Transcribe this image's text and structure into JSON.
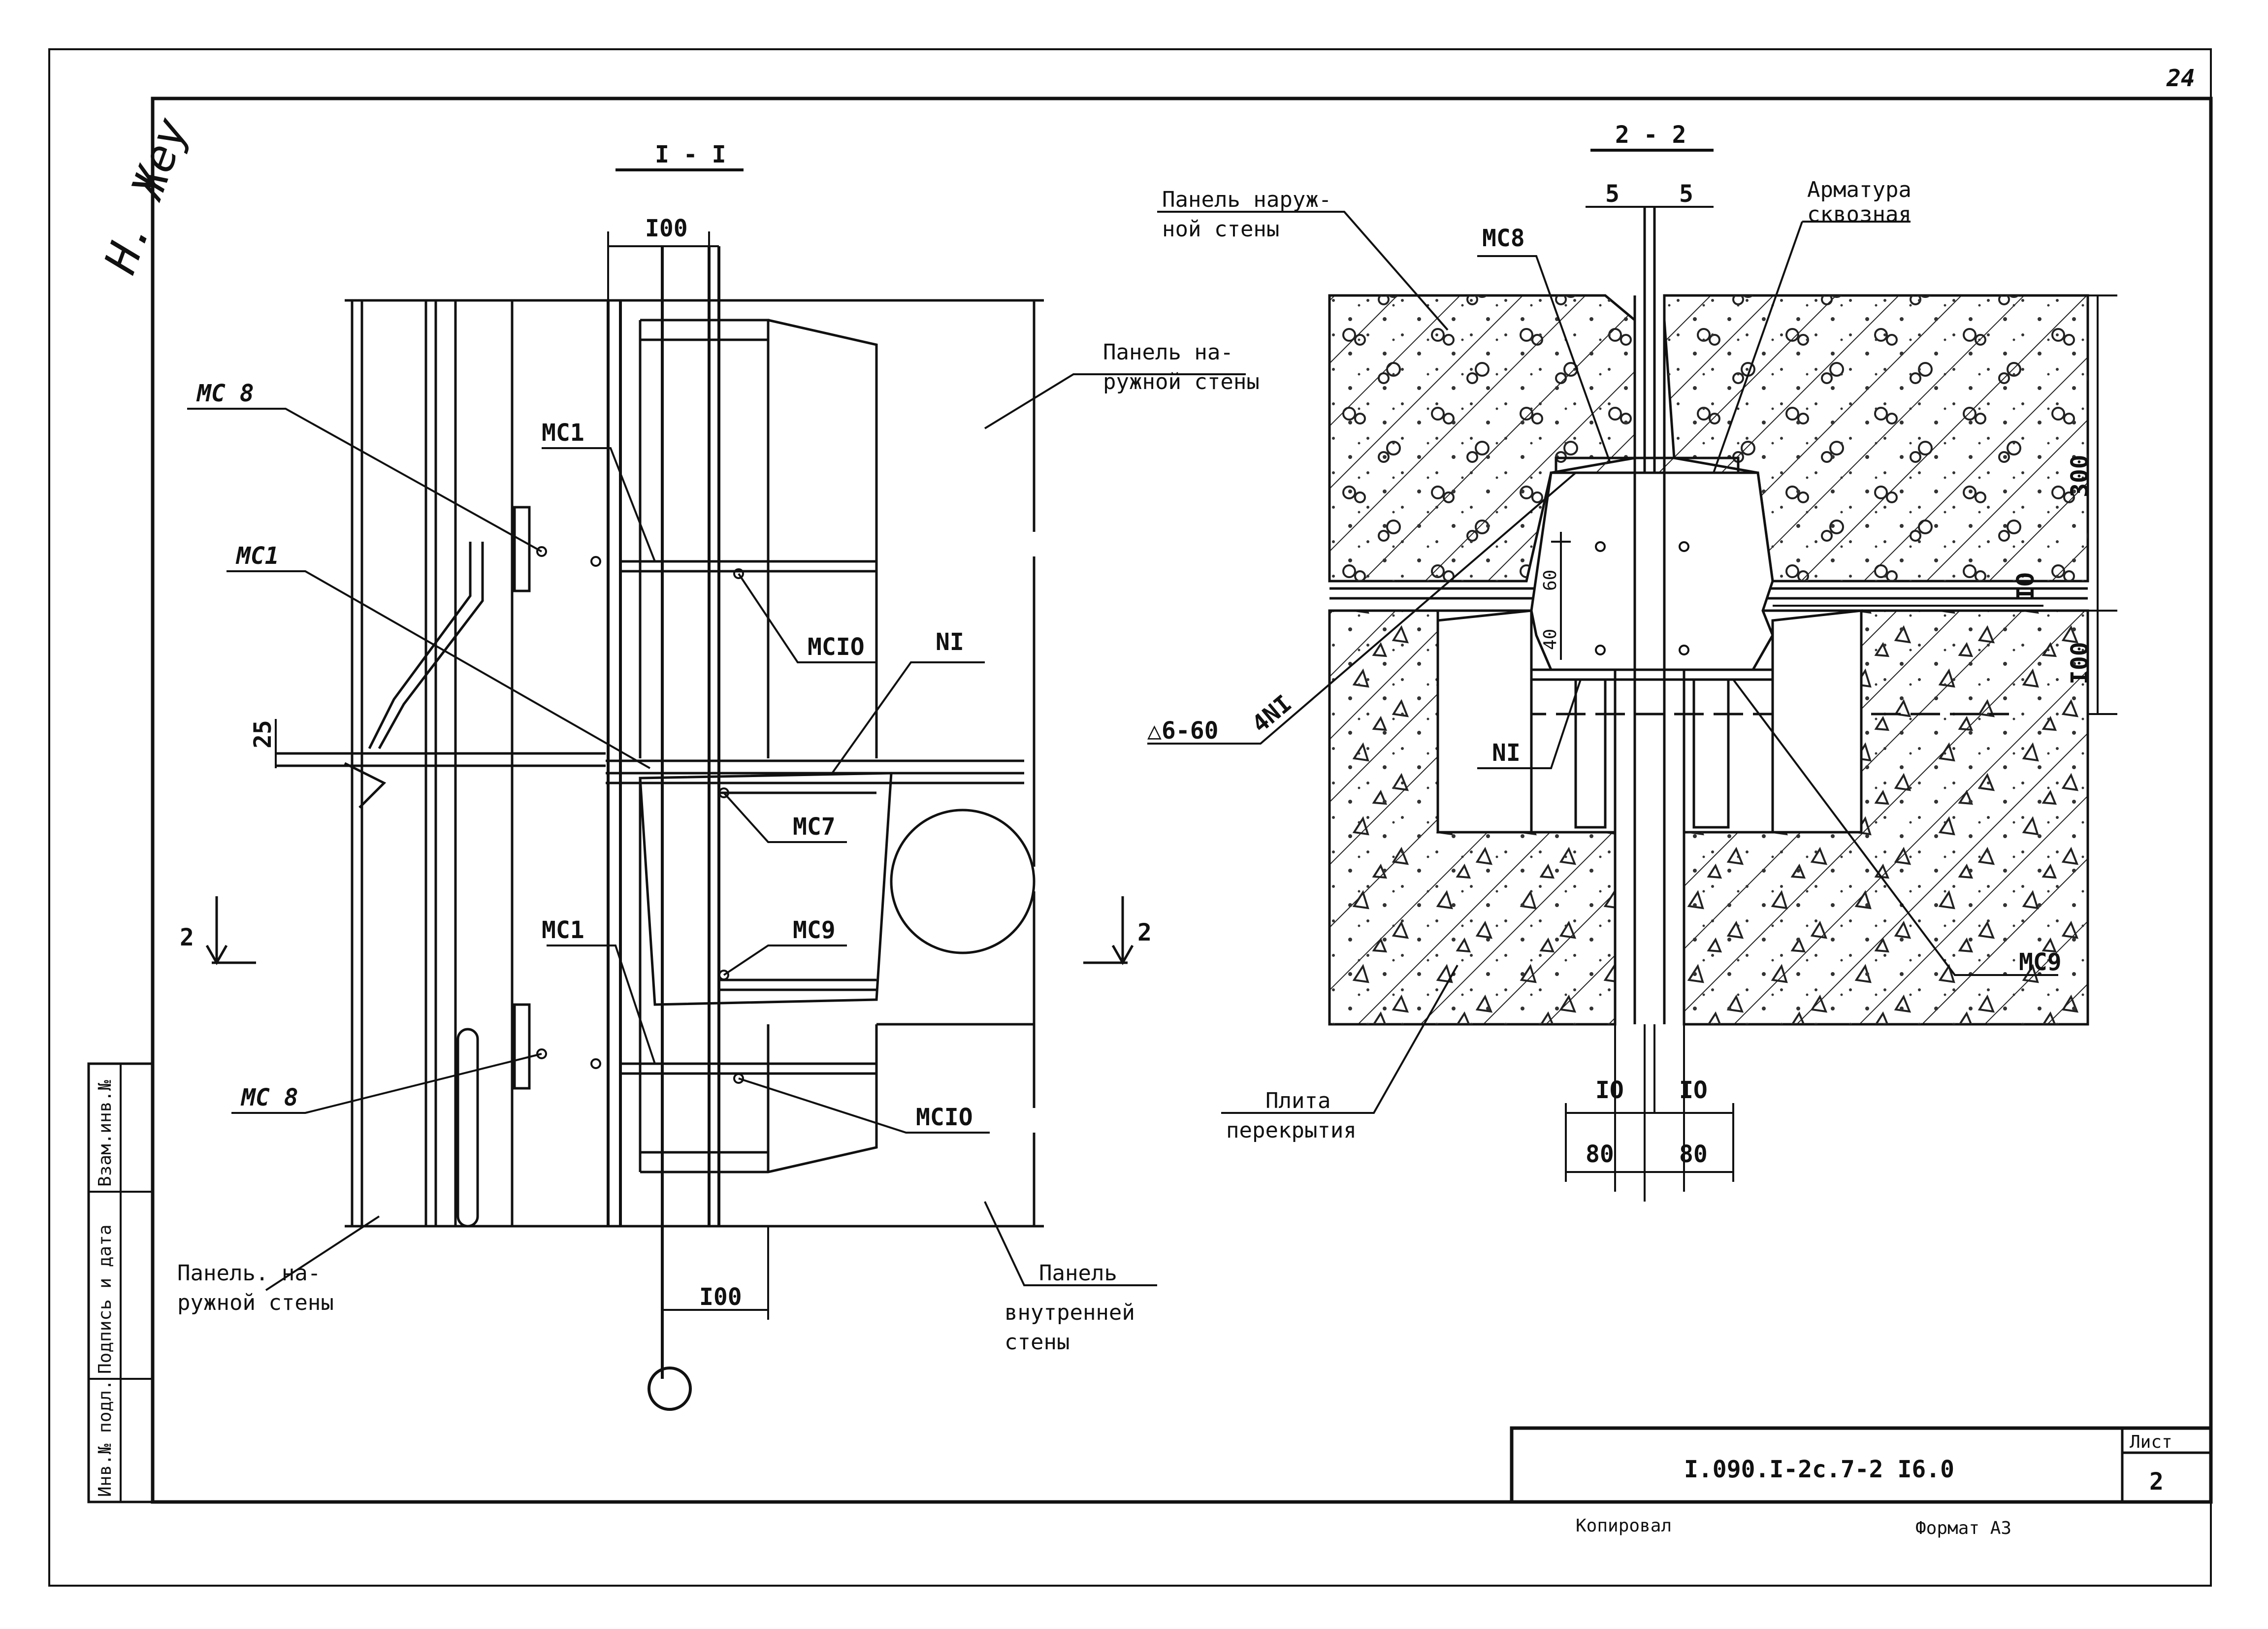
{
  "sheet_number": "24",
  "signature": "Н. Жеу",
  "section_1": {
    "title": "I - I",
    "labels": {
      "dim_top": "I00",
      "dim_bottom": "I00",
      "dim_left": "25",
      "mc8_top": "MC 8",
      "mc8_bottom": "MC 8",
      "mc1_left": "MC1",
      "mc1_top": "MC1",
      "mc1_mid": "MC1",
      "mc10_top": "MCIO",
      "mc10_bottom": "MCIO",
      "mc7": "MC7",
      "mc9": "MC9",
      "n1": "NI",
      "cut_left": "2",
      "cut_right": "2",
      "outer_panel_top_line1": "Панель на-",
      "outer_panel_top_line2": "ружной стены",
      "outer_panel_bottom_line1": "Панель. на-",
      "outer_panel_bottom_line2": "ружной стены",
      "inner_panel_line1": "Панель",
      "inner_panel_line2": "внутренней",
      "inner_panel_line3": "стены"
    }
  },
  "section_2": {
    "title": "2 - 2",
    "labels": {
      "outer_panel_line1": "Панель наруж-",
      "outer_panel_line2": "ной стены",
      "rebar_line1": "Арматура",
      "rebar_line2": "сквозная",
      "mc8": "MC8",
      "mc9": "MC9",
      "n1": "NI",
      "weld_symbol": "△6-60",
      "weld_ref": "4NI",
      "dim_5_left": "5",
      "dim_5_right": "5",
      "dim_300": "300",
      "dim_10_right": "IO",
      "dim_100": "I00",
      "dim_60": "60",
      "dim_40": "40",
      "dim_10_bottom_left": "IO",
      "dim_10_bottom_right": "IO",
      "dim_80_left": "80",
      "dim_80_right": "80",
      "slab_line1": "Плита",
      "slab_line2": "перекрытия"
    }
  },
  "stamp": {
    "document_code": "I.090.I-2c.7-2 I6.0",
    "sheet_label": "Лист",
    "sheet_value": "2",
    "side_inv": "Инв.№ подл.",
    "side_sign": "Подпись и дата",
    "side_replace": "Взам.инв.№"
  },
  "footer": {
    "copied": "Копировал",
    "format": "Формат А3"
  }
}
